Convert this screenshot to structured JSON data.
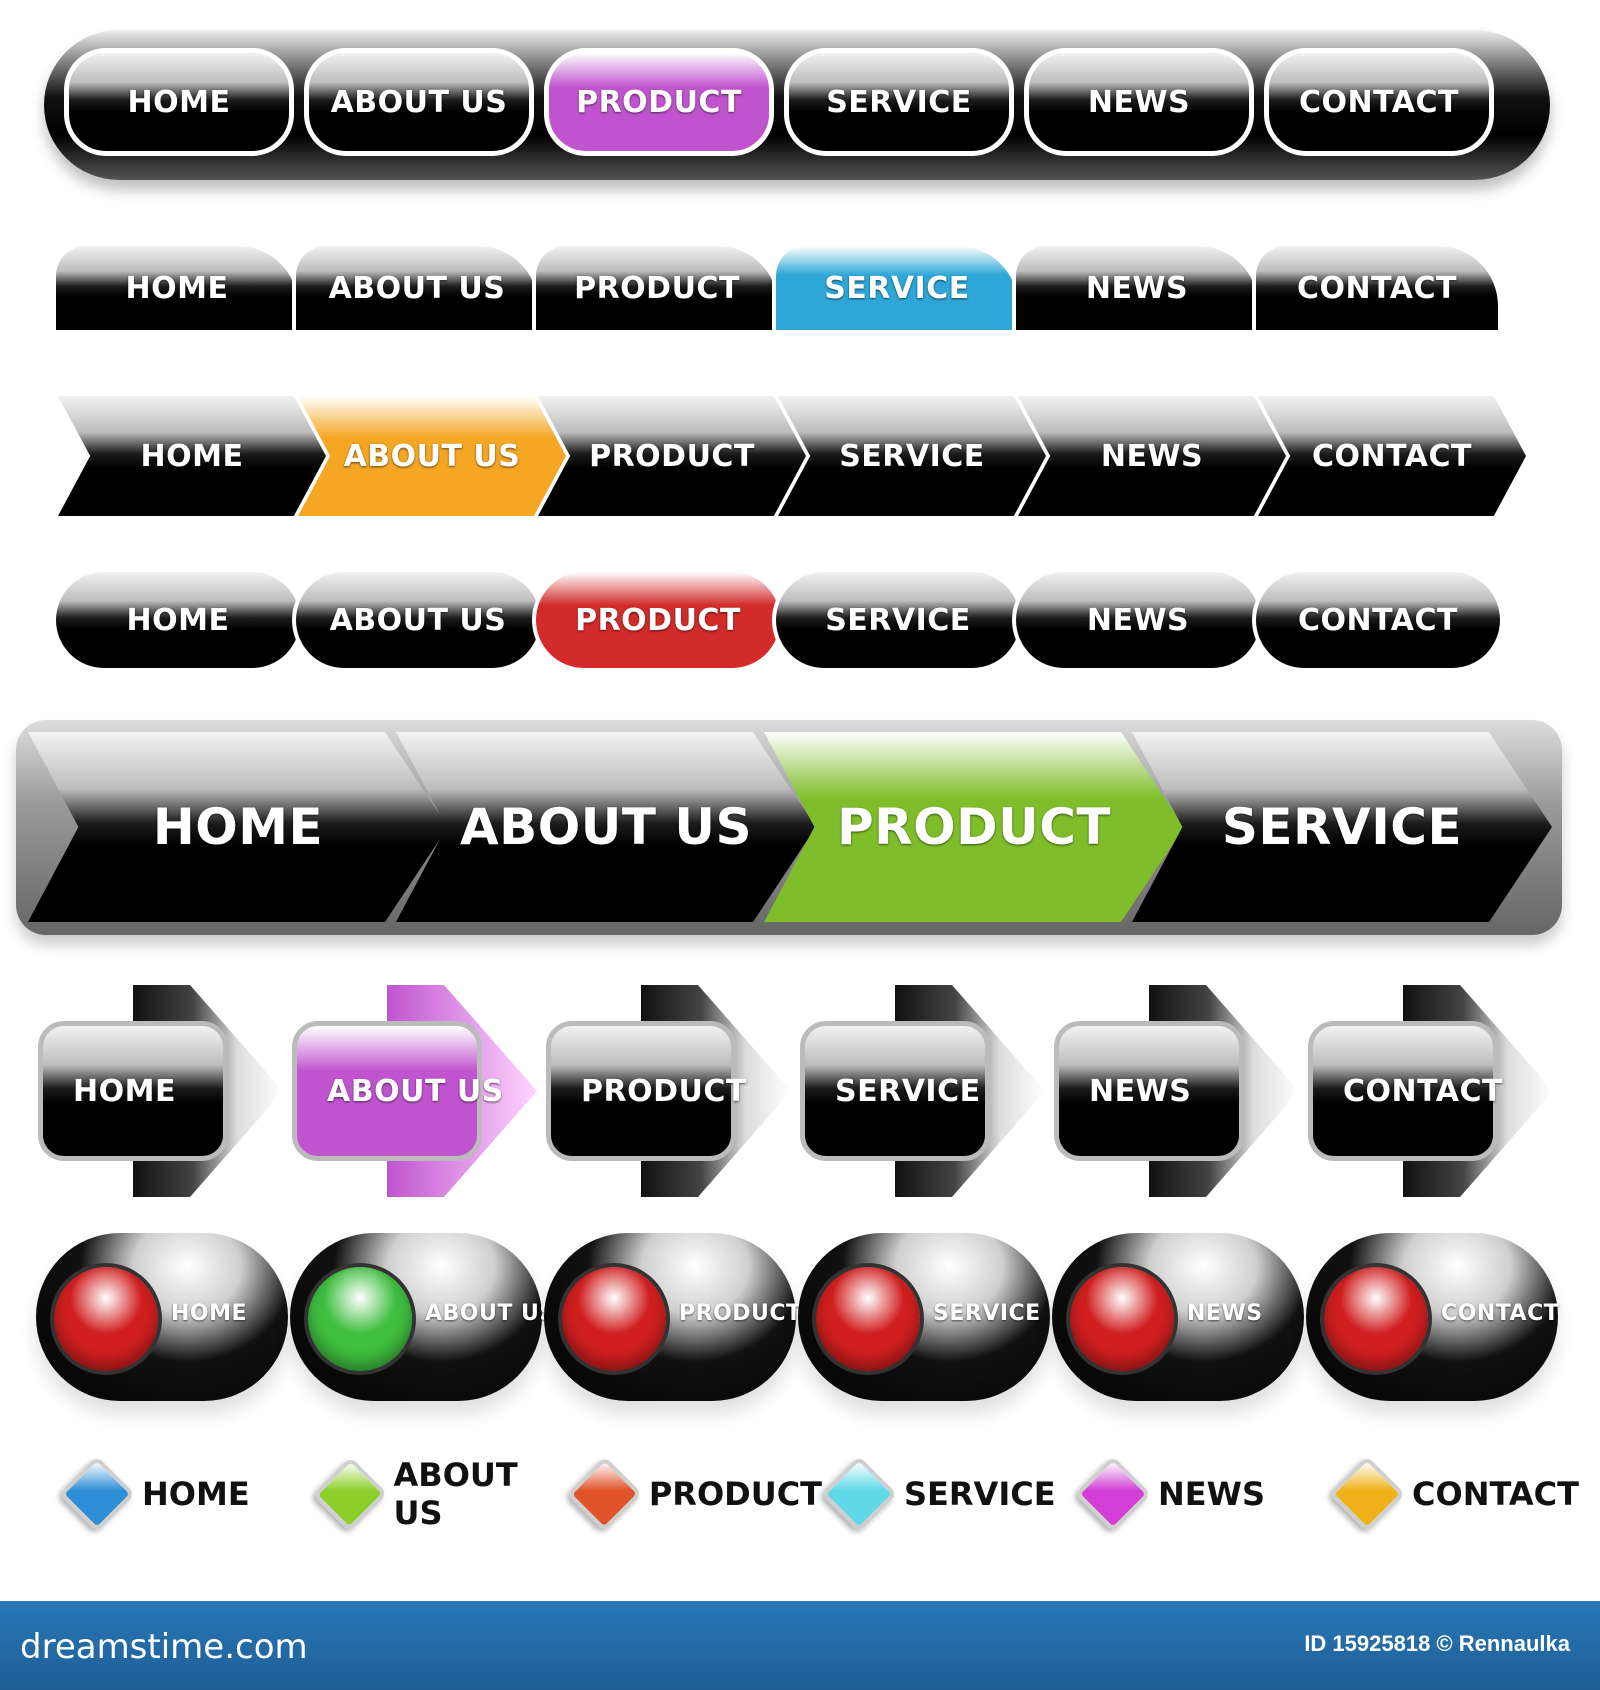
{
  "menus": [
    {
      "labels": [
        "HOME",
        "ABOUT US",
        "PRODUCT",
        "SERVICE",
        "NEWS",
        "CONTACT"
      ],
      "active_index": 2,
      "active_color": "#c054cf"
    },
    {
      "labels": [
        "HOME",
        "ABOUT US",
        "PRODUCT",
        "SERVICE",
        "NEWS",
        "CONTACT"
      ],
      "active_index": 3,
      "active_color": "#2ea7d8"
    },
    {
      "labels": [
        "HOME",
        "ABOUT US",
        "PRODUCT",
        "SERVICE",
        "NEWS",
        "CONTACT"
      ],
      "active_index": 1,
      "active_color": "#f5a623"
    },
    {
      "labels": [
        "HOME",
        "ABOUT US",
        "PRODUCT",
        "SERVICE",
        "NEWS",
        "CONTACT"
      ],
      "active_index": 2,
      "active_color": "#d32a2a"
    },
    {
      "labels": [
        "HOME",
        "ABOUT US",
        "PRODUCT",
        "SERVICE"
      ],
      "active_index": 2,
      "active_color": "#7fbe2a"
    },
    {
      "labels": [
        "HOME",
        "ABOUT US",
        "PRODUCT",
        "SERVICE",
        "NEWS",
        "CONTACT"
      ],
      "active_index": 1,
      "active_color": "#c054cf"
    },
    {
      "labels": [
        "HOME",
        "ABOUT US",
        "PRODUCT",
        "SERVICE",
        "NEWS",
        "CONTACT"
      ],
      "active_index": 1,
      "active_color": "#3fbf3f",
      "light_color": "#d11f1f"
    },
    {
      "labels": [
        "HOME",
        "ABOUT US",
        "PRODUCT",
        "SERVICE",
        "NEWS",
        "CONTACT"
      ],
      "diamond_colors": [
        "#2f8fd6",
        "#8ccf2a",
        "#e0532a",
        "#5fd8e8",
        "#d33fd6",
        "#f0b21a"
      ]
    }
  ],
  "footer": {
    "brand": "dreamstime.com",
    "id": "ID 15925818 © Rennaulka"
  }
}
